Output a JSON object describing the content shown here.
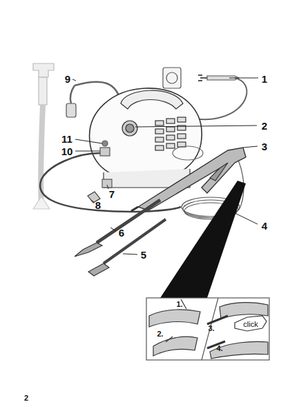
{
  "diagram": {
    "labels": [
      "1",
      "2",
      "3",
      "4",
      "5",
      "6",
      "7",
      "8",
      "9",
      "10",
      "11",
      "1.",
      "2.",
      "3.",
      "4.",
      "click",
      "2"
    ]
  }
}
